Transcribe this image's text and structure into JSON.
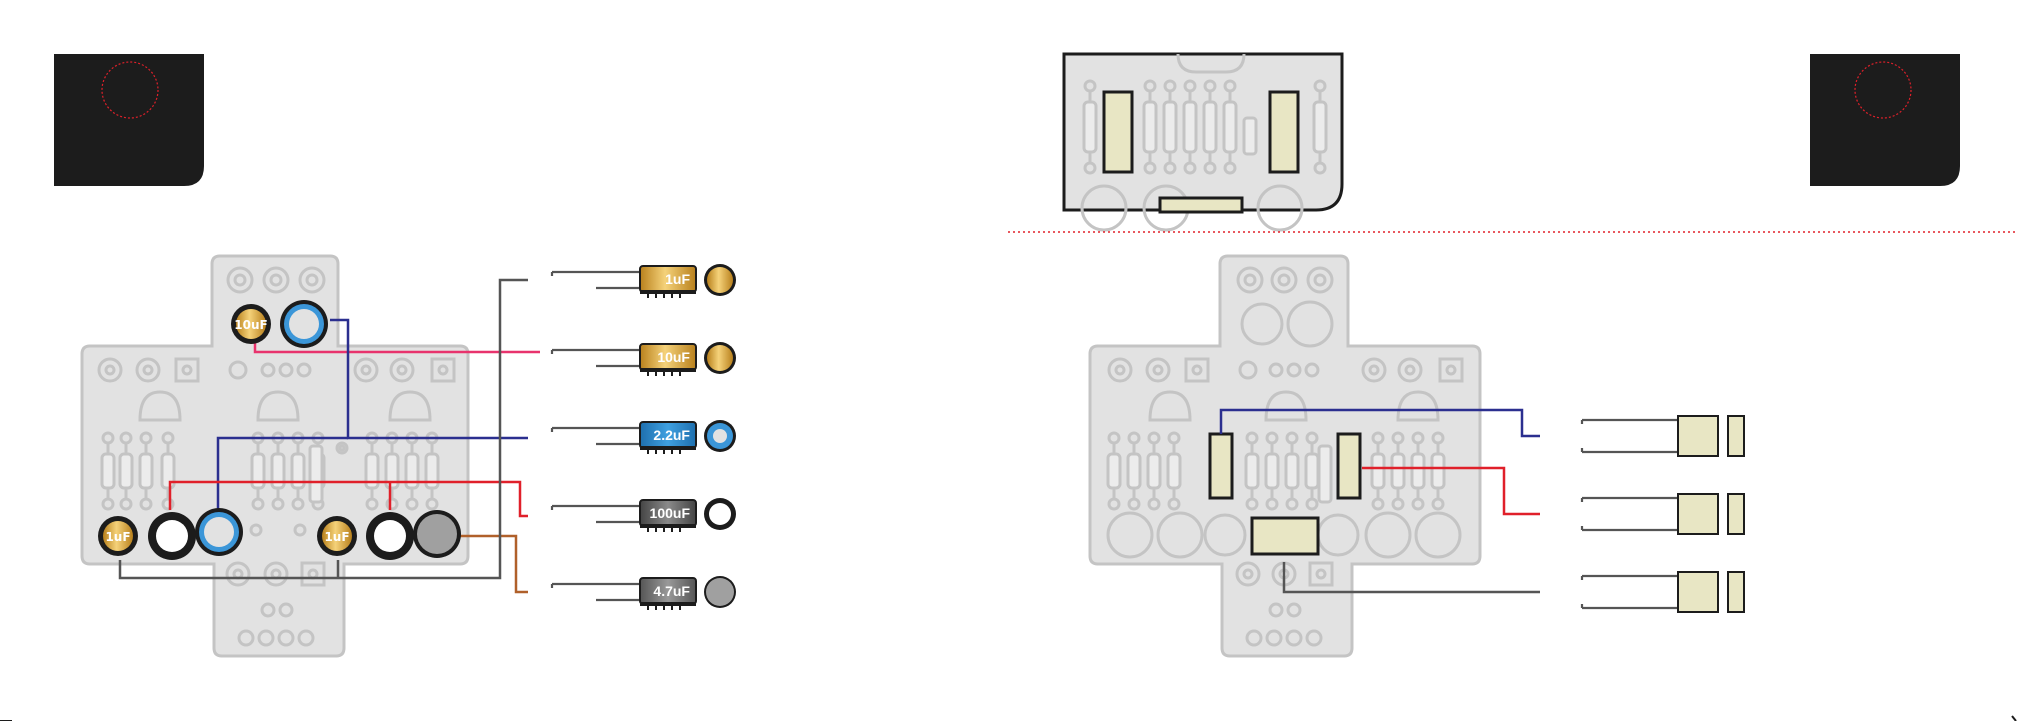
{
  "left_panel": {
    "capacitors": [
      {
        "value": "1uF",
        "color": "#d9a531",
        "wire_color": "#555555"
      },
      {
        "value": "10uF",
        "color": "#d9a531",
        "wire_color": "#e8336d"
      },
      {
        "value": "2.2uF",
        "color": "#2f86c6",
        "wire_color": "#2b2f8f"
      },
      {
        "value": "100uF",
        "color": "#222222",
        "wire_color": "#e0202a"
      },
      {
        "value": "4.7uF",
        "color": "#6b6b6b",
        "wire_color": "#b0602a"
      }
    ],
    "board_cap_labels": {
      "top": "10uF",
      "bottom_left": "1uF",
      "bottom_mid": "1uF"
    }
  },
  "right_panel": {
    "film_caps": [
      {
        "wire_color": "#2b2f8f"
      },
      {
        "wire_color": "#e0202a"
      },
      {
        "wire_color": "#555555"
      }
    ]
  },
  "colors": {
    "board": "#e2e2e2",
    "board_stroke": "#c4c4c4",
    "black_tab": "#1c1c1c",
    "dotted": "#e0202a",
    "film": "#e8e6c4"
  }
}
